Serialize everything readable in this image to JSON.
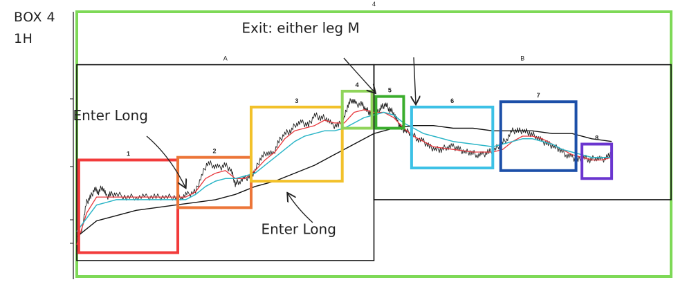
{
  "corner": {
    "line1": "BOX 4",
    "line2": "1H"
  },
  "chart_data": {
    "type": "line",
    "title": "",
    "xlabel": "",
    "ylabel": "",
    "x_range": [
      0,
      300
    ],
    "y_range": [
      0,
      100
    ],
    "grid": false,
    "legend": "none",
    "colors": {
      "price": "#222222",
      "ema_fast": "#e8383d",
      "ema_mid": "#2bb5c7",
      "ma_slow": "#111111",
      "outer_box": "#7ed957"
    },
    "outer_box": {
      "label": "4",
      "x": [
        0,
        300
      ],
      "y": [
        0,
        100
      ]
    },
    "range_boxes": [
      {
        "label": "A",
        "x": [
          0,
          150
        ],
        "y": [
          6,
          80
        ]
      },
      {
        "label": "B",
        "x": [
          150,
          300
        ],
        "y": [
          29,
          80
        ]
      }
    ],
    "boxes": [
      {
        "label": "1",
        "x": [
          1,
          51
        ],
        "y": [
          9,
          44
        ],
        "color": "#f23b3b"
      },
      {
        "label": "2",
        "x": [
          51,
          88
        ],
        "y": [
          26,
          45
        ],
        "color": "#ec7538"
      },
      {
        "label": "3",
        "x": [
          88,
          134
        ],
        "y": [
          36,
          64
        ],
        "color": "#f2c12a"
      },
      {
        "label": "4",
        "x": [
          134,
          149
        ],
        "y": [
          56,
          70
        ],
        "color": "#8fd45a"
      },
      {
        "label": "5",
        "x": [
          151,
          165
        ],
        "y": [
          56,
          68
        ],
        "color": "#3aad2c"
      },
      {
        "label": "6",
        "x": [
          169,
          210
        ],
        "y": [
          41,
          64
        ],
        "color": "#3cc1e6"
      },
      {
        "label": "7",
        "x": [
          214,
          252
        ],
        "y": [
          40,
          66
        ],
        "color": "#1c4fa8"
      },
      {
        "label": "8",
        "x": [
          255,
          270
        ],
        "y": [
          37,
          50
        ],
        "color": "#6a35cf"
      }
    ],
    "annotations": [
      {
        "text": "Exit: either leg M",
        "x": 113,
        "y": 92
      },
      {
        "text": "Enter Long",
        "x": 17,
        "y": 59
      },
      {
        "text": "Enter Long",
        "x": 112,
        "y": 16
      }
    ],
    "series": [
      {
        "key": "price",
        "values": [
          [
            0,
            10
          ],
          [
            3,
            20
          ],
          [
            5,
            28
          ],
          [
            7,
            30
          ],
          [
            9,
            33
          ],
          [
            11,
            32
          ],
          [
            13,
            34
          ],
          [
            15,
            30
          ],
          [
            17,
            31
          ],
          [
            20,
            31
          ],
          [
            25,
            30
          ],
          [
            30,
            30
          ],
          [
            35,
            30
          ],
          [
            40,
            30
          ],
          [
            45,
            30
          ],
          [
            50,
            30
          ],
          [
            53,
            30
          ],
          [
            56,
            31
          ],
          [
            60,
            32
          ],
          [
            63,
            38
          ],
          [
            66,
            43
          ],
          [
            69,
            42
          ],
          [
            72,
            41
          ],
          [
            75,
            42
          ],
          [
            78,
            40
          ],
          [
            80,
            35
          ],
          [
            82,
            36
          ],
          [
            85,
            37
          ],
          [
            88,
            38
          ],
          [
            90,
            40
          ],
          [
            93,
            45
          ],
          [
            96,
            47
          ],
          [
            99,
            46
          ],
          [
            102,
            51
          ],
          [
            105,
            54
          ],
          [
            108,
            55
          ],
          [
            111,
            58
          ],
          [
            114,
            58
          ],
          [
            117,
            57
          ],
          [
            120,
            61
          ],
          [
            123,
            60
          ],
          [
            126,
            60
          ],
          [
            129,
            57
          ],
          [
            132,
            57
          ],
          [
            135,
            60
          ],
          [
            137,
            65
          ],
          [
            139,
            67
          ],
          [
            141,
            65
          ],
          [
            144,
            65
          ],
          [
            146,
            63
          ],
          [
            148,
            62
          ],
          [
            150,
            62
          ],
          [
            152,
            62
          ],
          [
            154,
            64
          ],
          [
            156,
            65
          ],
          [
            158,
            63
          ],
          [
            160,
            62
          ],
          [
            162,
            58
          ],
          [
            164,
            56
          ],
          [
            166,
            55
          ],
          [
            169,
            54
          ],
          [
            172,
            52
          ],
          [
            175,
            51
          ],
          [
            178,
            49
          ],
          [
            181,
            48
          ],
          [
            184,
            48
          ],
          [
            187,
            49
          ],
          [
            190,
            49
          ],
          [
            193,
            48
          ],
          [
            196,
            47
          ],
          [
            199,
            47
          ],
          [
            202,
            46
          ],
          [
            205,
            46
          ],
          [
            208,
            47
          ],
          [
            211,
            48
          ],
          [
            214,
            50
          ],
          [
            217,
            52
          ],
          [
            220,
            55
          ],
          [
            223,
            55
          ],
          [
            226,
            55
          ],
          [
            229,
            54
          ],
          [
            232,
            53
          ],
          [
            235,
            51
          ],
          [
            238,
            50
          ],
          [
            241,
            49
          ],
          [
            244,
            48
          ],
          [
            247,
            46
          ],
          [
            250,
            45
          ],
          [
            253,
            44
          ],
          [
            256,
            45
          ],
          [
            259,
            44
          ],
          [
            262,
            45
          ],
          [
            265,
            44
          ],
          [
            268,
            45
          ],
          [
            270,
            47
          ]
        ]
      },
      {
        "key": "ema_fast",
        "values": [
          [
            0,
            12
          ],
          [
            5,
            24
          ],
          [
            10,
            30
          ],
          [
            15,
            30
          ],
          [
            20,
            30
          ],
          [
            30,
            30
          ],
          [
            40,
            30
          ],
          [
            50,
            30
          ],
          [
            55,
            30
          ],
          [
            60,
            32
          ],
          [
            65,
            37
          ],
          [
            70,
            39
          ],
          [
            75,
            40
          ],
          [
            80,
            37
          ],
          [
            85,
            37
          ],
          [
            90,
            40
          ],
          [
            95,
            44
          ],
          [
            100,
            47
          ],
          [
            105,
            52
          ],
          [
            110,
            55
          ],
          [
            115,
            56
          ],
          [
            120,
            57
          ],
          [
            125,
            59
          ],
          [
            130,
            58
          ],
          [
            135,
            58
          ],
          [
            140,
            62
          ],
          [
            145,
            63
          ],
          [
            150,
            62
          ],
          [
            155,
            62
          ],
          [
            160,
            60
          ],
          [
            165,
            56
          ],
          [
            170,
            53
          ],
          [
            175,
            51
          ],
          [
            180,
            49
          ],
          [
            190,
            48
          ],
          [
            200,
            47
          ],
          [
            210,
            47
          ],
          [
            215,
            48
          ],
          [
            220,
            51
          ],
          [
            225,
            53
          ],
          [
            230,
            53
          ],
          [
            235,
            52
          ],
          [
            240,
            50
          ],
          [
            245,
            48
          ],
          [
            250,
            46
          ],
          [
            255,
            45
          ],
          [
            260,
            44
          ],
          [
            265,
            44
          ],
          [
            270,
            45
          ]
        ]
      },
      {
        "key": "ema_mid",
        "values": [
          [
            0,
            17
          ],
          [
            5,
            22
          ],
          [
            10,
            27
          ],
          [
            15,
            28
          ],
          [
            20,
            29
          ],
          [
            30,
            29
          ],
          [
            40,
            29
          ],
          [
            50,
            29
          ],
          [
            55,
            29
          ],
          [
            60,
            31
          ],
          [
            65,
            34
          ],
          [
            70,
            36
          ],
          [
            75,
            37
          ],
          [
            80,
            37
          ],
          [
            85,
            38
          ],
          [
            90,
            39
          ],
          [
            95,
            42
          ],
          [
            100,
            45
          ],
          [
            105,
            48
          ],
          [
            110,
            51
          ],
          [
            115,
            53
          ],
          [
            120,
            54
          ],
          [
            125,
            55
          ],
          [
            130,
            55
          ],
          [
            135,
            56
          ],
          [
            140,
            58
          ],
          [
            145,
            60
          ],
          [
            150,
            61
          ],
          [
            155,
            62
          ],
          [
            160,
            61
          ],
          [
            165,
            58
          ],
          [
            170,
            56
          ],
          [
            175,
            54
          ],
          [
            180,
            53
          ],
          [
            190,
            51
          ],
          [
            200,
            50
          ],
          [
            210,
            49
          ],
          [
            215,
            50
          ],
          [
            220,
            51
          ],
          [
            225,
            52
          ],
          [
            230,
            52
          ],
          [
            235,
            51
          ],
          [
            240,
            50
          ],
          [
            245,
            48
          ],
          [
            250,
            47
          ],
          [
            255,
            46
          ],
          [
            260,
            45
          ],
          [
            265,
            45
          ],
          [
            270,
            45
          ]
        ]
      },
      {
        "key": "ma_slow",
        "values": [
          [
            0,
            15
          ],
          [
            10,
            21
          ],
          [
            20,
            23
          ],
          [
            30,
            25
          ],
          [
            40,
            26
          ],
          [
            50,
            27
          ],
          [
            60,
            28
          ],
          [
            70,
            29
          ],
          [
            80,
            31
          ],
          [
            90,
            34
          ],
          [
            100,
            36
          ],
          [
            110,
            39
          ],
          [
            120,
            42
          ],
          [
            130,
            46
          ],
          [
            140,
            50
          ],
          [
            150,
            54
          ],
          [
            160,
            56
          ],
          [
            170,
            57
          ],
          [
            180,
            57
          ],
          [
            190,
            56
          ],
          [
            200,
            56
          ],
          [
            210,
            55
          ],
          [
            220,
            55
          ],
          [
            230,
            55
          ],
          [
            240,
            54
          ],
          [
            250,
            54
          ],
          [
            260,
            52
          ],
          [
            270,
            51
          ]
        ]
      }
    ]
  }
}
